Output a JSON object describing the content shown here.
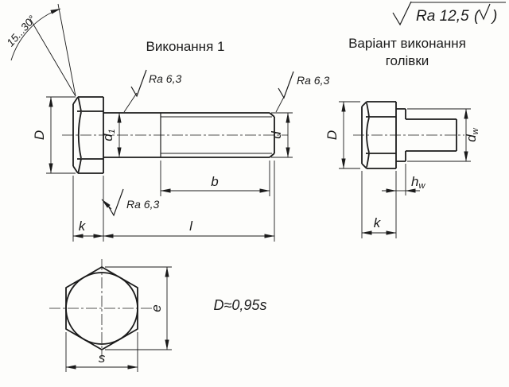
{
  "drawing": {
    "background": "#fdfdfb",
    "ink": "#1b1b1b"
  },
  "roughness": {
    "general": "Ra 12,5",
    "paren_open": "(",
    "paren_close": ")",
    "local": "Ra 6,3"
  },
  "titles": {
    "main_view": "Виконання 1",
    "variant_view_line1": "Варіант виконання",
    "variant_view_line2": "голівки"
  },
  "dims": {
    "chamfer_angle": "15...30°",
    "head_diameter": "D",
    "shank_base": "d",
    "shank_sub": "1",
    "thread_diameter": "d",
    "thread_length": "b",
    "head_height": "k",
    "bolt_length": "l",
    "washer_base": "d",
    "washer_sub": "w",
    "washer_height_base": "h",
    "washer_height_sub": "w",
    "corner_width": "e",
    "flats_width": "s",
    "formula": "D≈0,95s"
  }
}
